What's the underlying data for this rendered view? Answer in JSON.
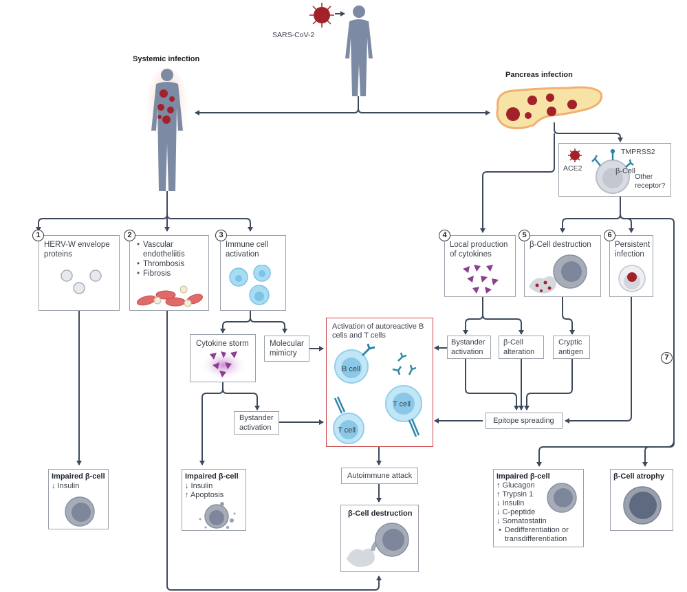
{
  "top": {
    "virus_label": "SARS-CoV-2",
    "systemic_title": "Systemic infection",
    "pancreas_title": "Pancreas infection"
  },
  "receptor_box": {
    "cell_label": "β-Cell",
    "ace2": "ACE2",
    "tmprss2": "TMPRSS2",
    "other": "Other receptor?"
  },
  "mechanisms": [
    {
      "num": "1",
      "label": "HERV-W envelope proteins"
    },
    {
      "num": "2",
      "bullets": [
        "Vascular endotheliitis",
        "Thrombosis",
        "Fibrosis"
      ]
    },
    {
      "num": "3",
      "label": "Immune cell activation"
    },
    {
      "num": "4",
      "label": "Local production of cytokines"
    },
    {
      "num": "5",
      "label": "β-Cell destruction"
    },
    {
      "num": "6",
      "label": "Persistent infection"
    },
    {
      "num": "7"
    }
  ],
  "intermediate": {
    "cytokine_storm": "Cytokine storm",
    "molecular_mimicry": "Molecular mimicry",
    "bystander_left": "Bystander activation",
    "bystander_right": "Bystander activation",
    "beta_alteration": "β-Cell alteration",
    "cryptic_antigen": "Cryptic antigen",
    "epitope_spreading": "Epitope spreading",
    "autoimmune_attack": "Autoimmune attack"
  },
  "activation_box": {
    "title": "Activation of autoreactive B cells and T cells",
    "b_cell": "B cell",
    "t_cell_1": "T cell",
    "t_cell_2": "T cell"
  },
  "outcomes": {
    "impaired1": {
      "title": "Impaired β-cell",
      "lines": [
        "↓ Insulin"
      ]
    },
    "impaired2": {
      "title": "Impaired β-cell",
      "lines": [
        "↓ Insulin",
        "↑ Apoptosis"
      ]
    },
    "destruction": {
      "title": "β-Cell destruction"
    },
    "impaired3": {
      "title": "Impaired β-cell",
      "lines": [
        "↑ Glucagon",
        "↑ Trypsin 1",
        "↓ Insulin",
        "↓ C-peptide",
        "↓ Somatostatin"
      ],
      "bullet": "Dedifferentiation or transdifferentiation"
    },
    "atrophy": {
      "title": "β-Cell atrophy"
    }
  },
  "colors": {
    "arrow": "#3e4a5c",
    "box_border": "#9aa1ab",
    "highlight_border": "#c9474a",
    "virus": "#a3222a",
    "body": "#7d8aa3",
    "immune_cell": "#9fd3ef",
    "cytokine": "#8a3f8f"
  }
}
